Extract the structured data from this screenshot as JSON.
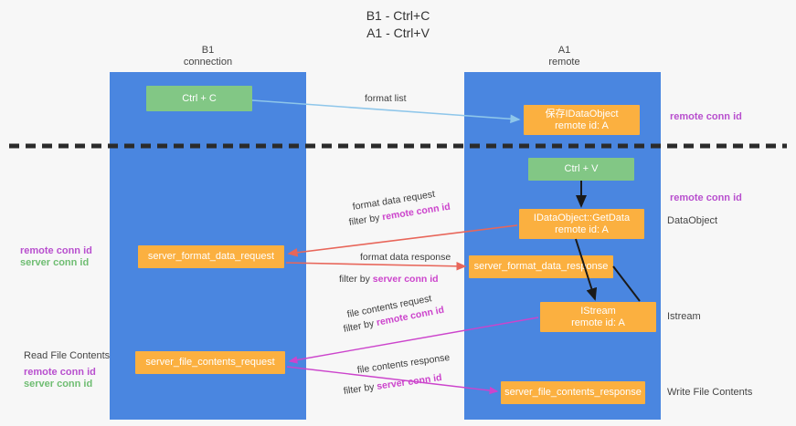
{
  "title": "B1 - Ctrl+C\nA1 - Ctrl+V",
  "lanes": [
    {
      "id": "b1",
      "title": "B1\nconnection"
    },
    {
      "id": "a1",
      "title": "A1\nremote"
    }
  ],
  "nodes": {
    "ctrl_c": "Ctrl + C",
    "data_object_remote": "保存IDataObject\nremote id: A",
    "ctrl_v": "Ctrl + V",
    "getdata": "IDataObject::GetData\nremote id: A",
    "server_format_data_request": "server_format_data_request",
    "server_format_data_response": "server_format_data_response",
    "istream": "IStream\nremote id: A",
    "server_file_contents_request": "server_file_contents_request",
    "server_file_contents_response": "server_file_contents_response"
  },
  "edges": {
    "format_list": "format list",
    "format_data_request": "format data request",
    "format_data_request_filter_prefix": "filter by ",
    "format_data_request_filter_value": "remote conn id",
    "format_data_response": "format data response",
    "format_data_response_filter_prefix": "filter by ",
    "format_data_response_filter_value": "server conn id",
    "file_contents_request": "file contents request",
    "file_contents_request_filter_prefix": "filter by ",
    "file_contents_request_filter_value": "remote conn id",
    "file_contents_response": "file contents response",
    "file_contents_response_filter_prefix": "filter by ",
    "file_contents_response_filter_value": "server conn id"
  },
  "side_labels": {
    "right_remote_conn_id_top": "remote conn id",
    "right_remote_conn_id_mid": "remote conn id",
    "right_data_object": "DataObject",
    "right_istream": "Istream",
    "right_write_file_contents": "Write File Contents",
    "left_remote_conn_id": "remote conn id",
    "left_server_conn_id": "server conn id",
    "left_read_file_contents": "Read File Contents",
    "left_remote_conn_id_2": "remote conn id",
    "left_server_conn_id_2": "server conn id"
  },
  "colors": {
    "lane": "#4a86e0",
    "green_node": "#82c785",
    "orange_node": "#fbb040",
    "purple_text": "#b84fce",
    "green_text": "#6fbd72",
    "red_arrow": "#e8665a",
    "magenta_arrow": "#cc44cc",
    "blue_arrow": "#8ec6ea",
    "divider": "#2b2b2b"
  }
}
